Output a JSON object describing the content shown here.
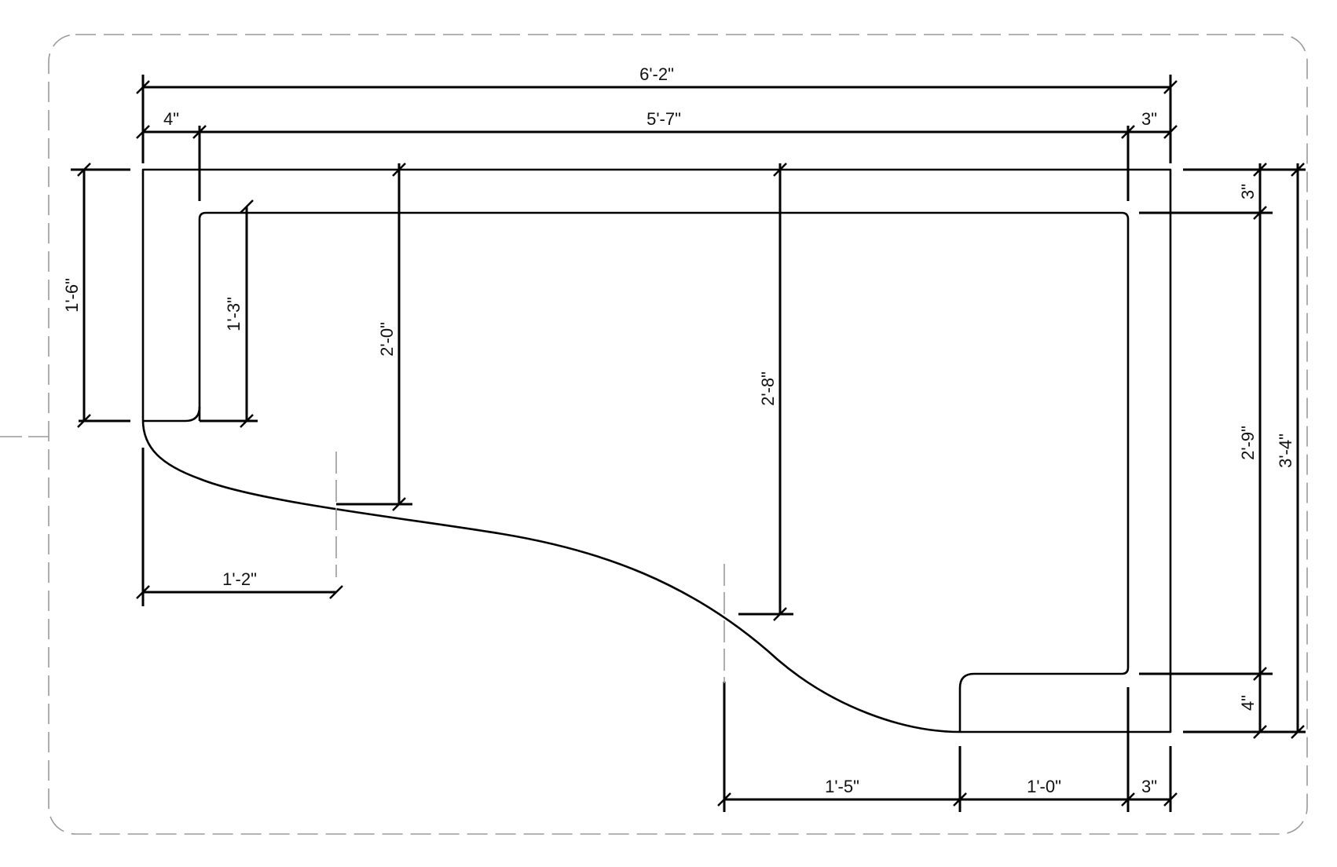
{
  "drawing": {
    "colors": {
      "line": "#000000",
      "frame": "#9a9a9a",
      "fill_dots": "#6f6f6f",
      "background": "#ffffff"
    },
    "dimensions": {
      "overall_width": "6'-2\"",
      "left_return_width": "4\"",
      "inner_width": "5'-7\"",
      "right_return_width_top": "3\"",
      "left_outer_depth": "1'-6\"",
      "left_inner_depth": "1'-3\"",
      "depth_at_curve_1": "2'-0\"",
      "depth_at_curve_2": "2'-8\"",
      "curve_offset_left": "1'-2\"",
      "top_return_height": "3\"",
      "right_inner_depth": "2'-9\"",
      "overall_depth": "3'-4\"",
      "bottom_return_height": "4\"",
      "curve_run_bottom": "1'-5\"",
      "bottom_return_width": "1'-0\"",
      "right_return_width_bottom": "3\""
    }
  }
}
